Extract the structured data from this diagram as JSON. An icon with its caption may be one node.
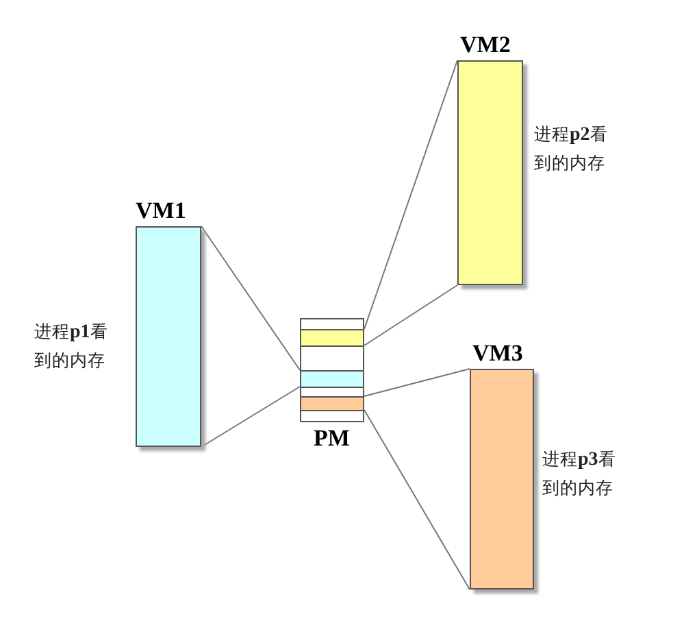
{
  "diagram": {
    "nodes": [
      {
        "text": [
          "VM1"
        ],
        "beside": [
          "进程**p1**看到的内存"
        ]
      },
      {
        "text": [
          "VM2"
        ],
        "beside": [
          "进程**p2**看到的内存"
        ]
      },
      {
        "text": [
          "VM3"
        ],
        "beside": [
          "进程**p3**看到的内存"
        ]
      },
      {
        "text": [
          "PM"
        ]
      },
      {
        "text": [],
        "shape": "bar",
        "in": 3
      },
      {
        "text": [],
        "shape": "bar",
        "in": 3
      },
      {
        "text": [],
        "shape": "bar",
        "in": 3
      }
    ],
    "edges": [
      {
        "from": 0,
        "to": 5,
        "arrow": "none"
      },
      {
        "from": 0,
        "to": 5,
        "arrow": "none"
      },
      {
        "from": 1,
        "to": 4,
        "arrow": "none"
      },
      {
        "from": 1,
        "to": 4,
        "arrow": "none"
      },
      {
        "from": 2,
        "to": 6,
        "arrow": "none"
      },
      {
        "from": 2,
        "to": 6,
        "arrow": "none"
      }
    ]
  }
}
